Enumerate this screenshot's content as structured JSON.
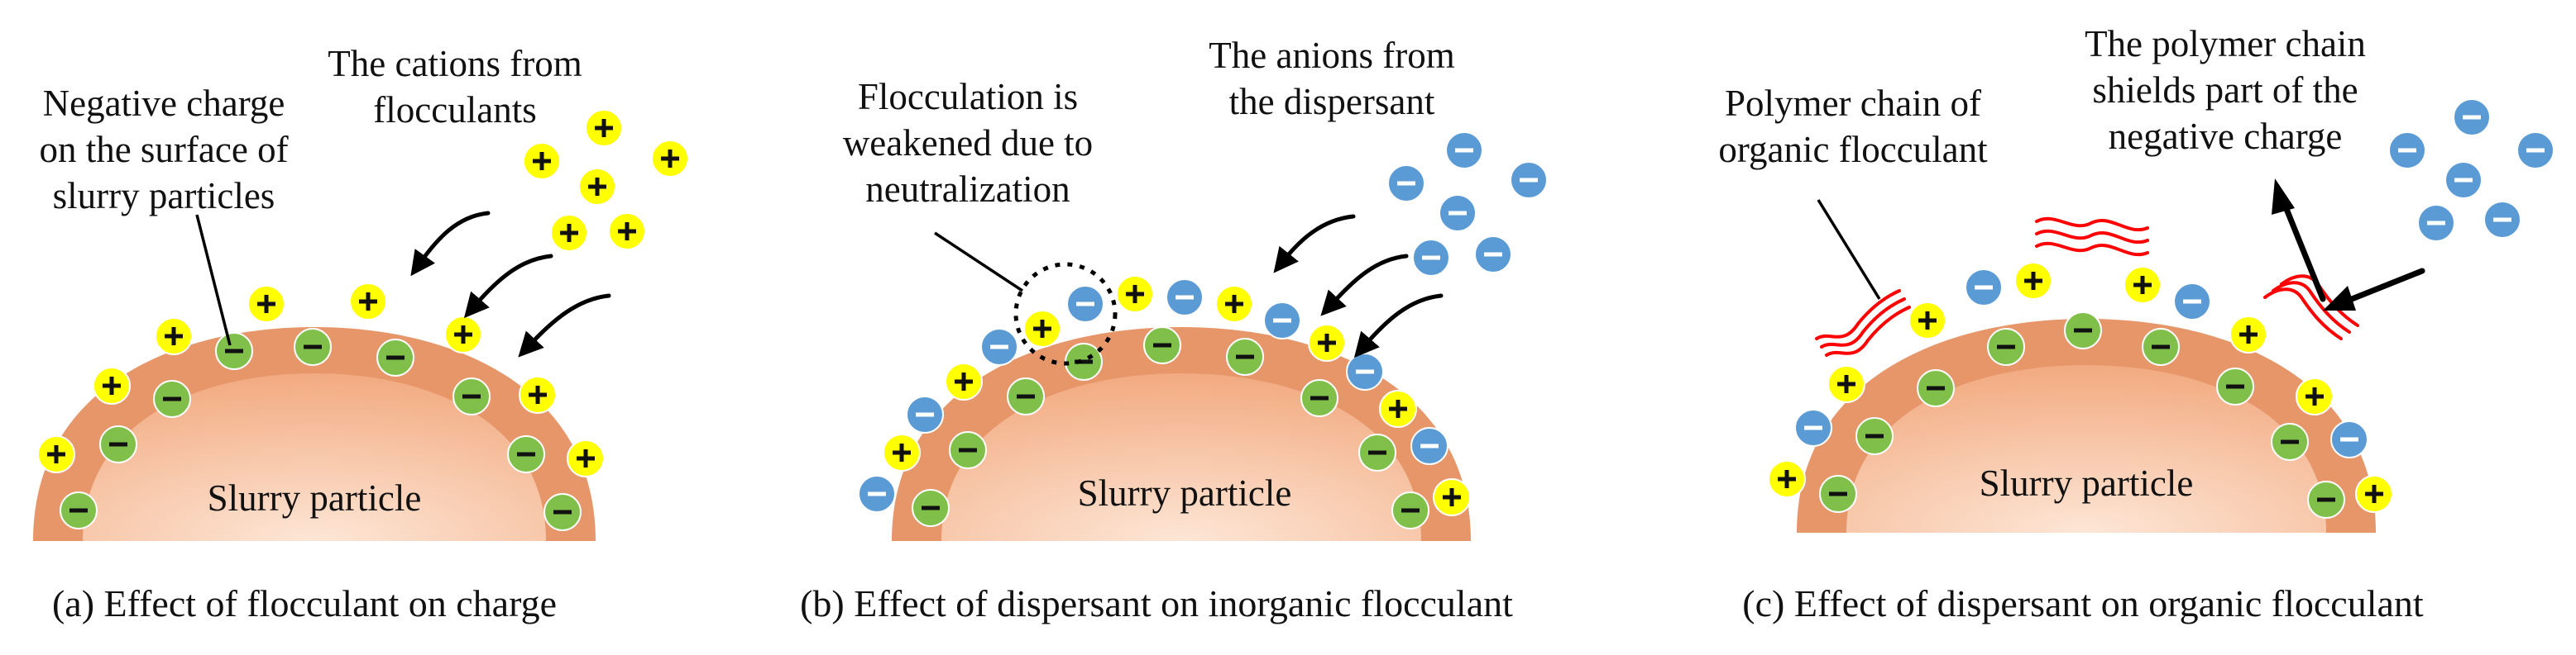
{
  "colors": {
    "particle_core": "#f2aa80",
    "particle_shell": "#e7966a",
    "particle_core_highlight": "#fde6d6",
    "cation": "#ffff00",
    "negative_site": "#7fbf4a",
    "anion": "#5b9bd5",
    "polymer": "#ff0000",
    "arrow": "#000000"
  },
  "panels": [
    {
      "id": "a",
      "particle_label": "Slurry particle",
      "annotations": [
        {
          "id": "negative-charge-label",
          "lines": [
            "Negative charge",
            "on the surface of",
            "slurry particles"
          ]
        },
        {
          "id": "cations-label",
          "lines": [
            "The cations from",
            "flocculants"
          ]
        }
      ],
      "caption": "(a) Effect of flocculant on charge"
    },
    {
      "id": "b",
      "particle_label": "Slurry particle",
      "annotations": [
        {
          "id": "neutralization-label",
          "lines": [
            "Flocculation is",
            "weakened due to",
            "neutralization"
          ]
        },
        {
          "id": "anions-label",
          "lines": [
            "The anions from",
            "the dispersant"
          ]
        }
      ],
      "caption": "(b) Effect of dispersant on inorganic flocculant"
    },
    {
      "id": "c",
      "particle_label": "Slurry particle",
      "annotations": [
        {
          "id": "polymer-chain-label",
          "lines": [
            "Polymer chain of",
            "organic flocculant"
          ]
        },
        {
          "id": "shielding-label",
          "lines": [
            "The polymer chain",
            "shields part of the",
            "negative charge"
          ]
        }
      ],
      "caption": "(c) Effect of dispersant on organic flocculant"
    }
  ]
}
